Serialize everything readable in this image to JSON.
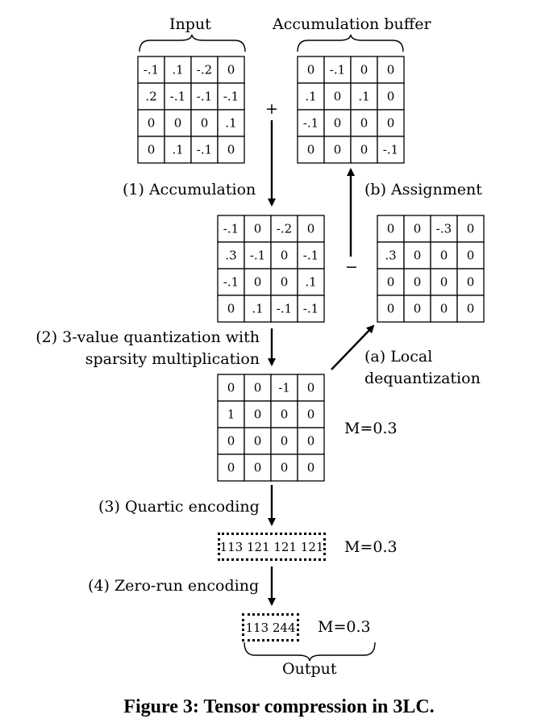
{
  "labels": {
    "input": "Input",
    "accumulation_buffer": "Accumulation buffer",
    "plus": "+",
    "minus": "−",
    "step1": "(1) Accumulation",
    "stepb": "(b) Assignment",
    "step2_line1": "(2) 3-value quantization with",
    "step2_line2": "sparsity multiplication",
    "stepa_line1": "(a) Local",
    "stepa_line2": "dequantization",
    "m_quant": "M=0.3",
    "step3": "(3) Quartic encoding",
    "m_quartic": "M=0.3",
    "step4": "(4) Zero-run encoding",
    "m_zero_run": "M=0.3",
    "output": "Output"
  },
  "matrices": {
    "input": [
      [
        "-.1",
        ".1",
        "-.2",
        "0"
      ],
      [
        ".2",
        "-.1",
        "-.1",
        "-.1"
      ],
      [
        "0",
        "0",
        "0",
        ".1"
      ],
      [
        "0",
        ".1",
        "-.1",
        "0"
      ]
    ],
    "accumulation_buffer": [
      [
        "0",
        "-.1",
        "0",
        "0"
      ],
      [
        ".1",
        "0",
        ".1",
        "0"
      ],
      [
        "-.1",
        "0",
        "0",
        "0"
      ],
      [
        "0",
        "0",
        "0",
        "-.1"
      ]
    ],
    "accumulated": [
      [
        "-.1",
        "0",
        "-.2",
        "0"
      ],
      [
        ".3",
        "-.1",
        "0",
        "-.1"
      ],
      [
        "-.1",
        "0",
        "0",
        ".1"
      ],
      [
        "0",
        ".1",
        "-.1",
        "-.1"
      ]
    ],
    "dequantized": [
      [
        "0",
        "0",
        "-.3",
        "0"
      ],
      [
        ".3",
        "0",
        "0",
        "0"
      ],
      [
        "0",
        "0",
        "0",
        "0"
      ],
      [
        "0",
        "0",
        "0",
        "0"
      ]
    ],
    "quantized": [
      [
        "0",
        "0",
        "-1",
        "0"
      ],
      [
        "1",
        "0",
        "0",
        "0"
      ],
      [
        "0",
        "0",
        "0",
        "0"
      ],
      [
        "0",
        "0",
        "0",
        "0"
      ]
    ]
  },
  "encodings": {
    "quartic": "113 121 121 121",
    "zero_run": "113 244"
  },
  "caption": "Figure 3:  Tensor compression in 3LC."
}
